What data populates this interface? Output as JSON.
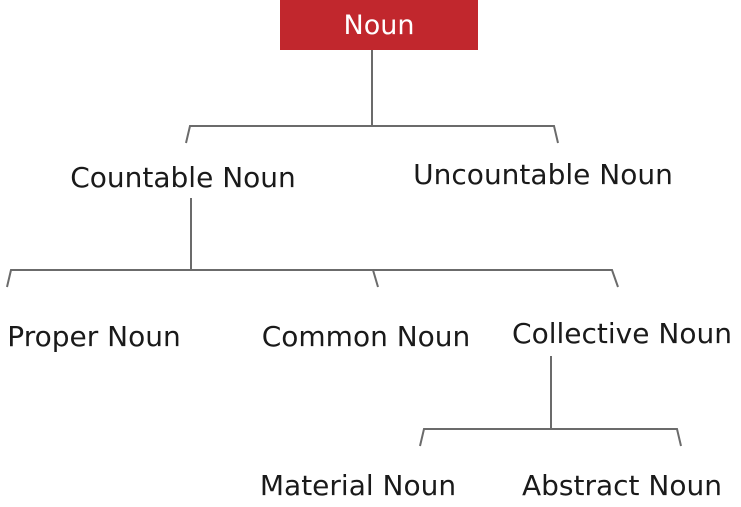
{
  "colors": {
    "root_fill": "#c1272d",
    "root_text": "#ffffff",
    "connector": "#6b6b6b",
    "label_text": "#1a1a1a"
  },
  "root": {
    "label": "Noun"
  },
  "level1": [
    {
      "label": "Countable Noun"
    },
    {
      "label": "Uncountable Noun"
    }
  ],
  "countable_children": [
    {
      "label": "Proper Noun"
    },
    {
      "label": "Common Noun"
    },
    {
      "label": "Collective Noun"
    }
  ],
  "collective_children": [
    {
      "label": "Material Noun"
    },
    {
      "label": "Abstract Noun"
    }
  ]
}
